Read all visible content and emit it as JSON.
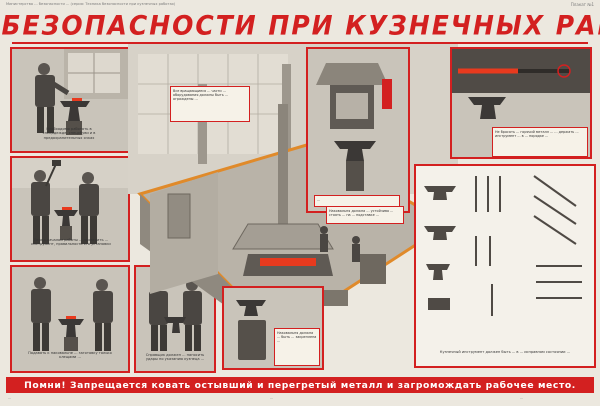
{
  "header": {
    "meta_left": "Министерство ... безопасности ... (серия: Техника безопасности при кузнечных работах)",
    "meta_right": "Плакат №1",
    "title": "МЕРЫ  БЕЗОПАСНОСТИ  ПРИ  КУЗНЕЧНЫХ  РАБОТАХ"
  },
  "captions": {
    "panel1": "Необходимо работать в спецодежде, спецобуви и в предохранительных очках",
    "panel2": "Перед началом работы ... проверить ... инструмент, правильность его установки",
    "panel3": "Подавать к наковальне ... заготовку только клещами ... ",
    "panel4": "Справщик должен ... наносить удары по указанию кузнеца ...",
    "note_top_center": "Все вращающиеся ... части ... оборудования должны быть ... ограждены ...",
    "note_top_right": "Не бросать ... горячий металл ... ... держать ... инструмент ... в ... порядке ...",
    "note_center": "Наковальня должна ... устойчиво ... стоять ... на ... подставке ...",
    "note_forge": "...",
    "note_anvil": "Наковальня должна ... быть ... закреплена ...",
    "tools_caption": "Кузнечный инструмент должен быть ... в ... исправном состоянии ..."
  },
  "footer": {
    "text": "Помни! Запрещается ковать остывший и перегретый металл и загромождать рабочее место.",
    "meta_left": "...",
    "meta_center": "...",
    "meta_right": "..."
  },
  "colors": {
    "accent": "#d32020",
    "background": "#ece8df",
    "hot_metal": "#e83a1e"
  }
}
